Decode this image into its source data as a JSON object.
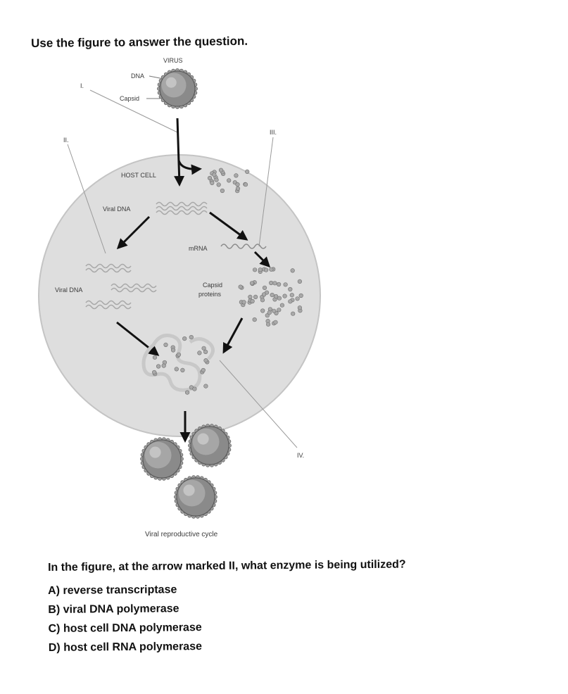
{
  "instruction": "Use the figure to answer the question.",
  "figure": {
    "label_virus": "VIRUS",
    "label_dna": "DNA",
    "label_capsid": "Capsid",
    "marker_1": "I.",
    "marker_2": "II.",
    "marker_3": "III.",
    "marker_4": "IV.",
    "label_host_cell": "HOST CELL",
    "label_viral_dna_top": "Viral DNA",
    "label_mrna": "mRNA",
    "label_viral_dna_left": "Viral DNA",
    "label_capsid_proteins_1": "Capsid",
    "label_capsid_proteins_2": "proteins",
    "caption": "Viral reproductive cycle"
  },
  "question": {
    "text": "In the figure, at the arrow marked II, what enzyme is being utilized?",
    "choices": [
      "A) reverse transcriptase",
      "B) viral DNA polymerase",
      "C) host cell DNA polymerase",
      "D) host cell RNA polymerase"
    ]
  }
}
